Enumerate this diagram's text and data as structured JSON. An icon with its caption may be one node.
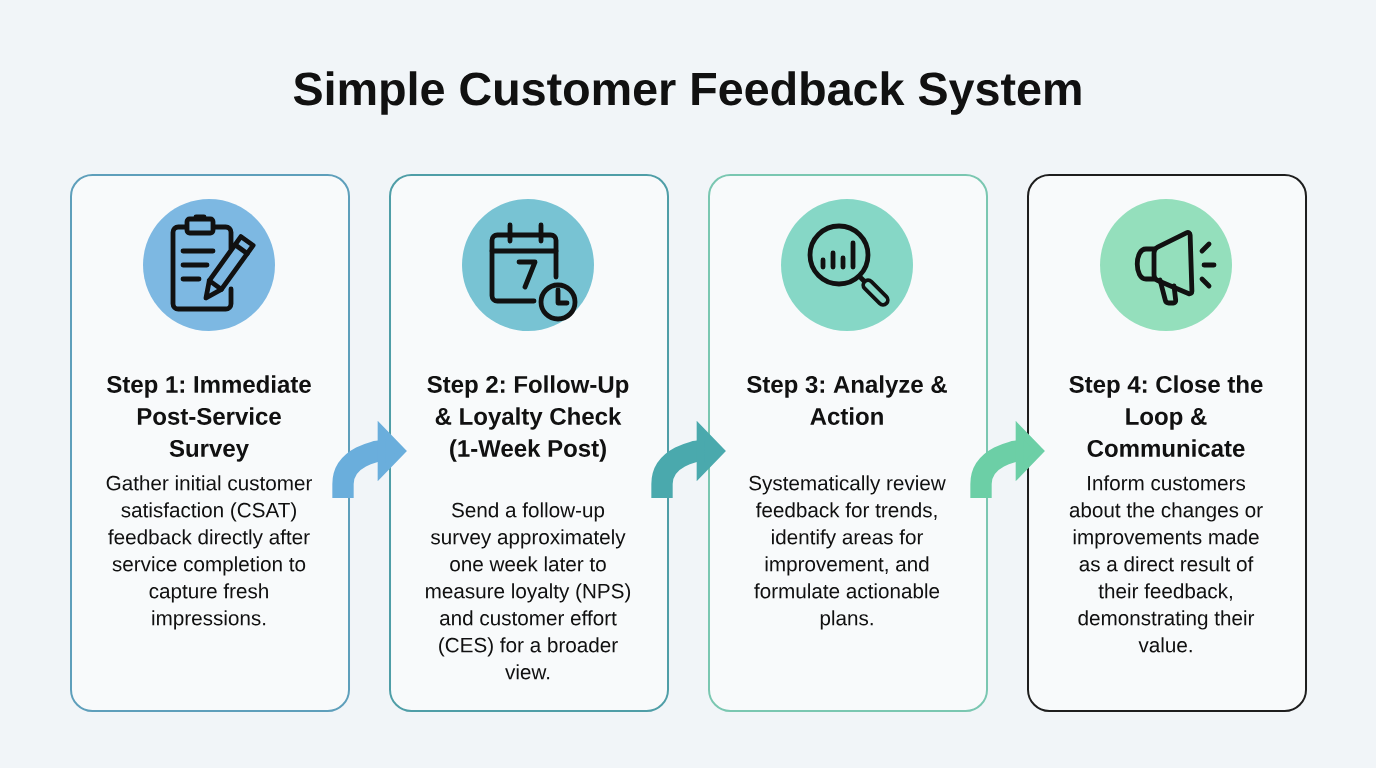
{
  "diagram": {
    "title": "Simple Customer Feedback System",
    "nodes": [
      {
        "text": [
          "Step 1: Immediate Post-Service Survey",
          "Gather initial customer satisfaction (CSAT) feedback directly after service completion to capture fresh impressions."
        ]
      },
      {
        "text": [
          "Step 2: Follow-Up & Loyalty Check (1-Week Post)",
          "Send a follow-up survey approximately one week later to measure loyalty (NPS) and customer effort (CES) for a broader view."
        ]
      },
      {
        "text": [
          "Step 3: Analyze & Action",
          "Systematically review feedback for trends, identify areas for improvement, and formulate actionable plans."
        ]
      },
      {
        "text": [
          "Step 4: Close the Loop & Communicate",
          "Inform customers about the changes or improvements made as a direct result of their feedback, demonstrating their value."
        ]
      }
    ],
    "edges": [
      {
        "from": 0,
        "to": 1,
        "arrow": "to",
        "color": "#6aaedc"
      },
      {
        "from": 1,
        "to": 2,
        "arrow": "to",
        "color": "#4aa9ad"
      },
      {
        "from": 2,
        "to": 3,
        "arrow": "to",
        "color": "#6ccfa6"
      }
    ]
  }
}
